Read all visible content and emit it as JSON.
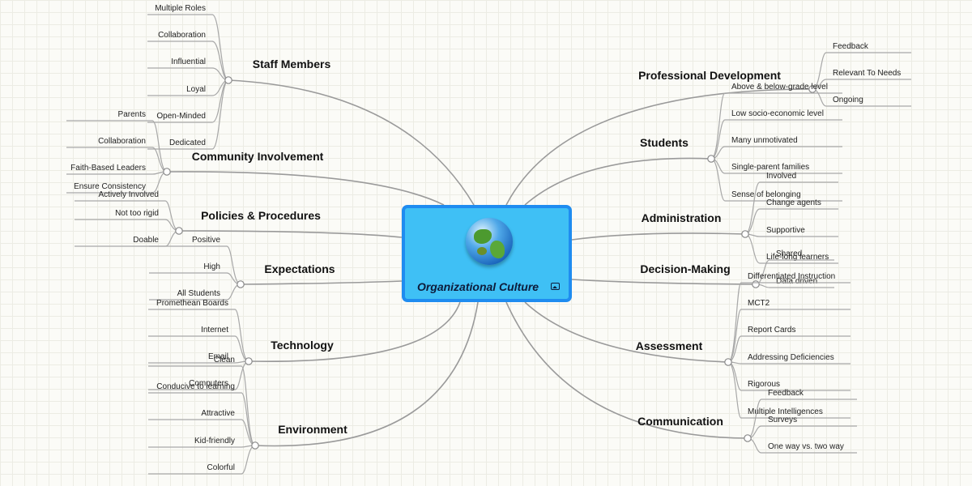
{
  "center": {
    "title": "Organizational Culture",
    "icon": "globe-icon",
    "attachment_icon": "image-icon"
  },
  "colors": {
    "center_fill": "#3fc0f5",
    "center_border": "#1f8cf0",
    "line": "#9a9a9a"
  },
  "branches": [
    {
      "id": "staff",
      "label": "Staff Members",
      "side": "left",
      "items": [
        "Multiple Roles",
        "Collaboration",
        "Influential",
        "Loyal",
        "Open-Minded",
        "Dedicated"
      ]
    },
    {
      "id": "community",
      "label": "Community Involvement",
      "side": "left",
      "items": [
        "Parents",
        "Collaboration",
        "Faith-Based Leaders",
        "Ensure Consistency"
      ]
    },
    {
      "id": "policies",
      "label": "Policies & Procedures",
      "side": "left",
      "items": [
        "Actively Involved",
        "Not too rigid",
        "Doable"
      ]
    },
    {
      "id": "expectations",
      "label": "Expectations",
      "side": "left",
      "items": [
        "Positive",
        "High",
        "All Students"
      ]
    },
    {
      "id": "technology",
      "label": "Technology",
      "side": "left",
      "items": [
        "Promethean Boards",
        "Internet",
        "Email",
        "Computers"
      ]
    },
    {
      "id": "environment",
      "label": "Environment",
      "side": "left",
      "items": [
        "Clean",
        "Conducive to learning",
        "Attractive",
        "Kid-friendly",
        "Colorful"
      ]
    },
    {
      "id": "profdev",
      "label": "Professional Development",
      "side": "right",
      "items": [
        "Feedback",
        "Relevant To Needs",
        "Ongoing"
      ]
    },
    {
      "id": "students",
      "label": "Students",
      "side": "right",
      "items": [
        "Above & below-grade level",
        "Low socio-economic level",
        "Many unmotivated",
        "Single-parent families",
        "Sense of belonging"
      ]
    },
    {
      "id": "administration",
      "label": "Administration",
      "side": "right",
      "items": [
        "Involved",
        "Change agents",
        "Supportive",
        "Life-long learners"
      ]
    },
    {
      "id": "decision",
      "label": "Decision-Making",
      "side": "right",
      "items": [
        "Shared",
        "Data driven"
      ]
    },
    {
      "id": "assessment",
      "label": "Assessment",
      "side": "right",
      "items": [
        "Differentiated Instruction",
        "MCT2",
        "Report Cards",
        "Addressing Deficiencies",
        "Rigorous",
        "Multiple Intelligences"
      ]
    },
    {
      "id": "communication",
      "label": "Communication",
      "side": "right",
      "items": [
        "Feedback",
        "Surveys",
        "One way vs. two way"
      ]
    }
  ]
}
